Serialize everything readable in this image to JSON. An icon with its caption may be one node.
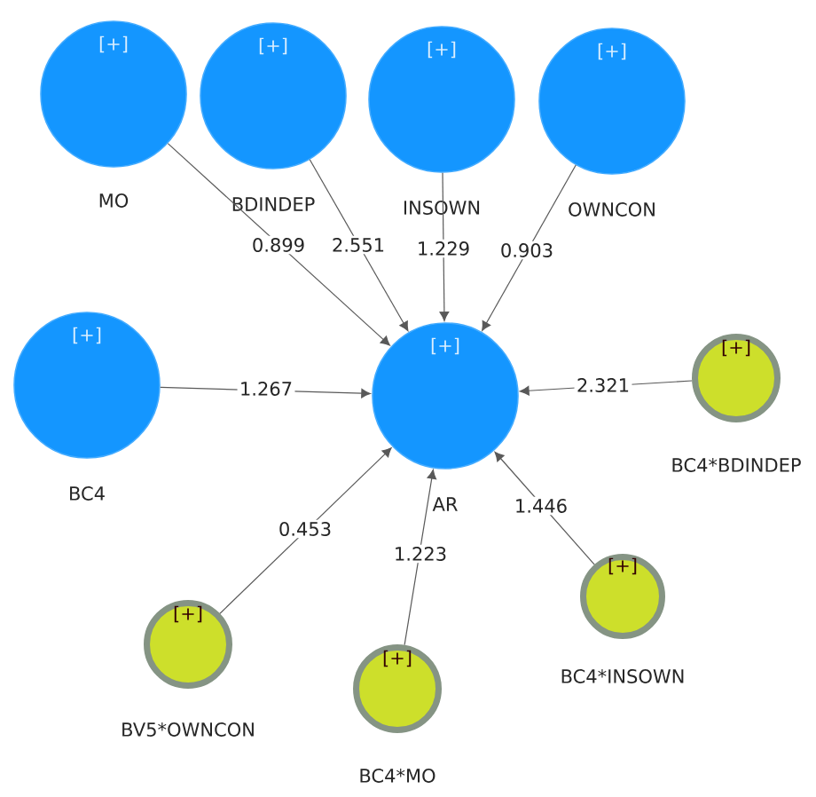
{
  "diagram": {
    "nodes": [
      {
        "text": [
          "[+]",
          "MO"
        ]
      },
      {
        "text": [
          "[+]",
          "BDINDEP"
        ]
      },
      {
        "text": [
          "[+]",
          "INSOWN"
        ]
      },
      {
        "text": [
          "[+]",
          "OWNCON"
        ]
      },
      {
        "text": [
          "[+]",
          "BC4"
        ]
      },
      {
        "text": [
          "[+]",
          "AR"
        ]
      },
      {
        "text": [
          "[+]",
          "BC4*BDINDEP"
        ]
      },
      {
        "text": [
          "[+]",
          "BC4*INSOWN"
        ]
      },
      {
        "text": [
          "[+]",
          "BV5*OWNCON"
        ]
      },
      {
        "text": [
          "[+]",
          "BC4*MO"
        ]
      }
    ],
    "edges": [
      {
        "from": 0,
        "to": 5,
        "arrow": "to",
        "label": "0.899"
      },
      {
        "from": 1,
        "to": 5,
        "arrow": "to",
        "label": "2.551"
      },
      {
        "from": 2,
        "to": 5,
        "arrow": "to",
        "label": "1.229"
      },
      {
        "from": 3,
        "to": 5,
        "arrow": "to",
        "label": "0.903"
      },
      {
        "from": 4,
        "to": 5,
        "arrow": "to",
        "label": "1.267"
      },
      {
        "from": 6,
        "to": 5,
        "arrow": "to",
        "label": "2.321"
      },
      {
        "from": 7,
        "to": 5,
        "arrow": "to",
        "label": "1.446"
      },
      {
        "from": 8,
        "to": 5,
        "arrow": "to",
        "label": "0.453"
      },
      {
        "from": 9,
        "to": 5,
        "arrow": "to",
        "label": "1.223"
      }
    ]
  }
}
